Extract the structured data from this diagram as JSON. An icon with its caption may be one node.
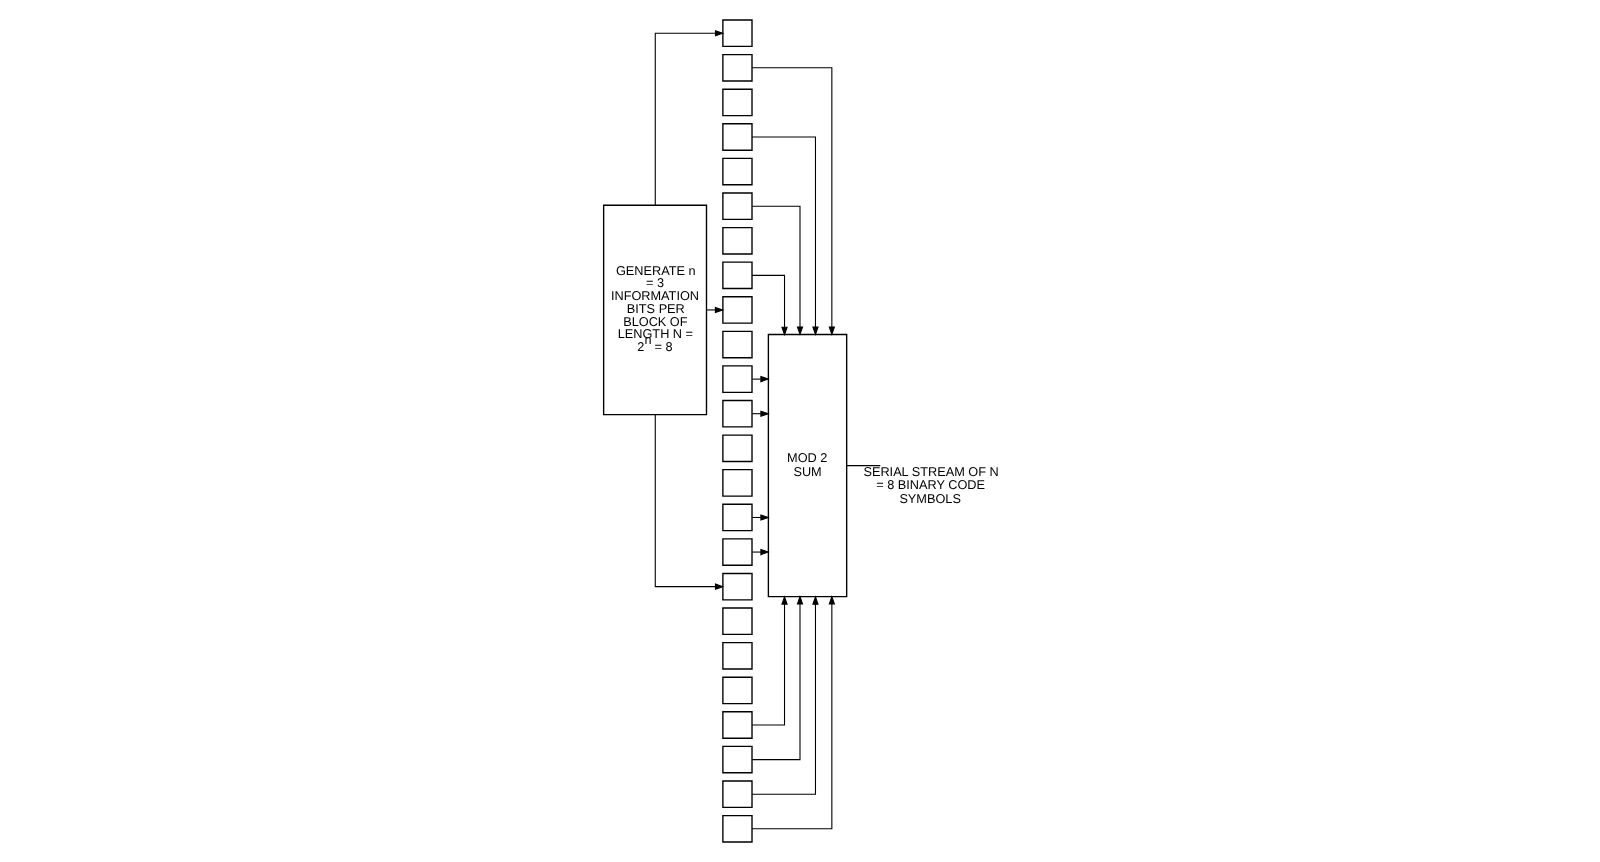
{
  "diagram": {
    "nodes": [
      {
        "text": [
          "GENERATE n = 3 INFORMATION BITS PER BLOCK OF LENGTH N = 2$^{n}$ = 8"
        ]
      },
      {
        "text": [],
        "shape": "box"
      },
      {
        "text": [],
        "shape": "box"
      },
      {
        "text": [],
        "shape": "box"
      },
      {
        "text": [],
        "shape": "box"
      },
      {
        "text": [],
        "shape": "box"
      },
      {
        "text": [],
        "shape": "box"
      },
      {
        "text": [],
        "shape": "box"
      },
      {
        "text": [],
        "shape": "box"
      },
      {
        "text": [],
        "shape": "box"
      },
      {
        "text": [],
        "shape": "box"
      },
      {
        "text": [],
        "shape": "box"
      },
      {
        "text": [],
        "shape": "box"
      },
      {
        "text": [],
        "shape": "box"
      },
      {
        "text": [],
        "shape": "box"
      },
      {
        "text": [],
        "shape": "box"
      },
      {
        "text": [],
        "shape": "box"
      },
      {
        "text": [],
        "shape": "box"
      },
      {
        "text": [],
        "shape": "box"
      },
      {
        "text": [],
        "shape": "box"
      },
      {
        "text": [],
        "shape": "box"
      },
      {
        "text": [],
        "shape": "box"
      },
      {
        "text": [],
        "shape": "box"
      },
      {
        "text": [],
        "shape": "box"
      },
      {
        "text": [],
        "shape": "box"
      },
      {
        "text": [
          "MOD 2 SUM"
        ]
      }
    ],
    "edges": [
      {
        "from": 0,
        "to": 1,
        "arrow": "to"
      },
      {
        "from": 0,
        "to": 9,
        "arrow": "to"
      },
      {
        "from": 0,
        "to": 17,
        "arrow": "to"
      },
      {
        "from": 8,
        "to": 25,
        "arrow": "to"
      },
      {
        "from": 6,
        "to": 25,
        "arrow": "to"
      },
      {
        "from": 4,
        "to": 25,
        "arrow": "to"
      },
      {
        "from": 2,
        "to": 25,
        "arrow": "to"
      },
      {
        "from": 16,
        "to": 25,
        "arrow": "to"
      },
      {
        "from": 15,
        "to": 25,
        "arrow": "to"
      },
      {
        "from": 12,
        "to": 25,
        "arrow": "to"
      },
      {
        "from": 11,
        "to": 25,
        "arrow": "to"
      },
      {
        "from": 24,
        "to": 25,
        "arrow": "to"
      },
      {
        "from": 23,
        "to": 25,
        "arrow": "to"
      },
      {
        "from": 22,
        "to": 25,
        "arrow": "to"
      },
      {
        "from": 21,
        "to": 25,
        "arrow": "to"
      },
      {
        "from": 25,
        "to": null,
        "arrow": "none",
        "label": "SERIAL STREAM OF N = 8 BINARY CODE SYMBOLS"
      }
    ]
  }
}
